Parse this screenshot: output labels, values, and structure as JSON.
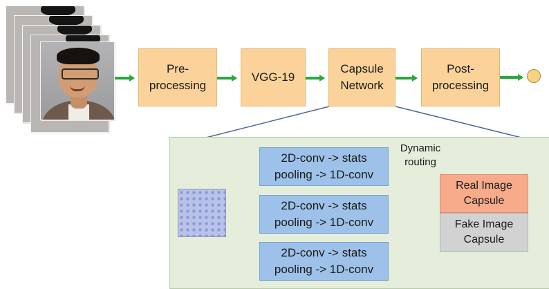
{
  "pipeline": {
    "preprocessing": "Pre-\nprocessing",
    "vgg": "VGG-19",
    "capsule_network": "Capsule\nNetwork",
    "postprocessing": "Post-\nprocessing"
  },
  "detail": {
    "primary_capsules": [
      "2D-conv -> stats\npooling -> 1D-conv",
      "2D-conv -> stats\npooling -> 1D-conv",
      "2D-conv -> stats\npooling -> 1D-conv"
    ],
    "routing_label": "Dynamic\nrouting",
    "real_capsule": "Real Image\nCapsule",
    "fake_capsule": "Fake Image\nCapsule"
  },
  "colors": {
    "stage_box": "#fad29a",
    "arrow": "#2aa83e",
    "detail_bg": "#e4eedb",
    "primary_capsule": "#9dc1e8",
    "real_capsule": "#f7ab8a",
    "fake_capsule": "#d2d2d2"
  }
}
